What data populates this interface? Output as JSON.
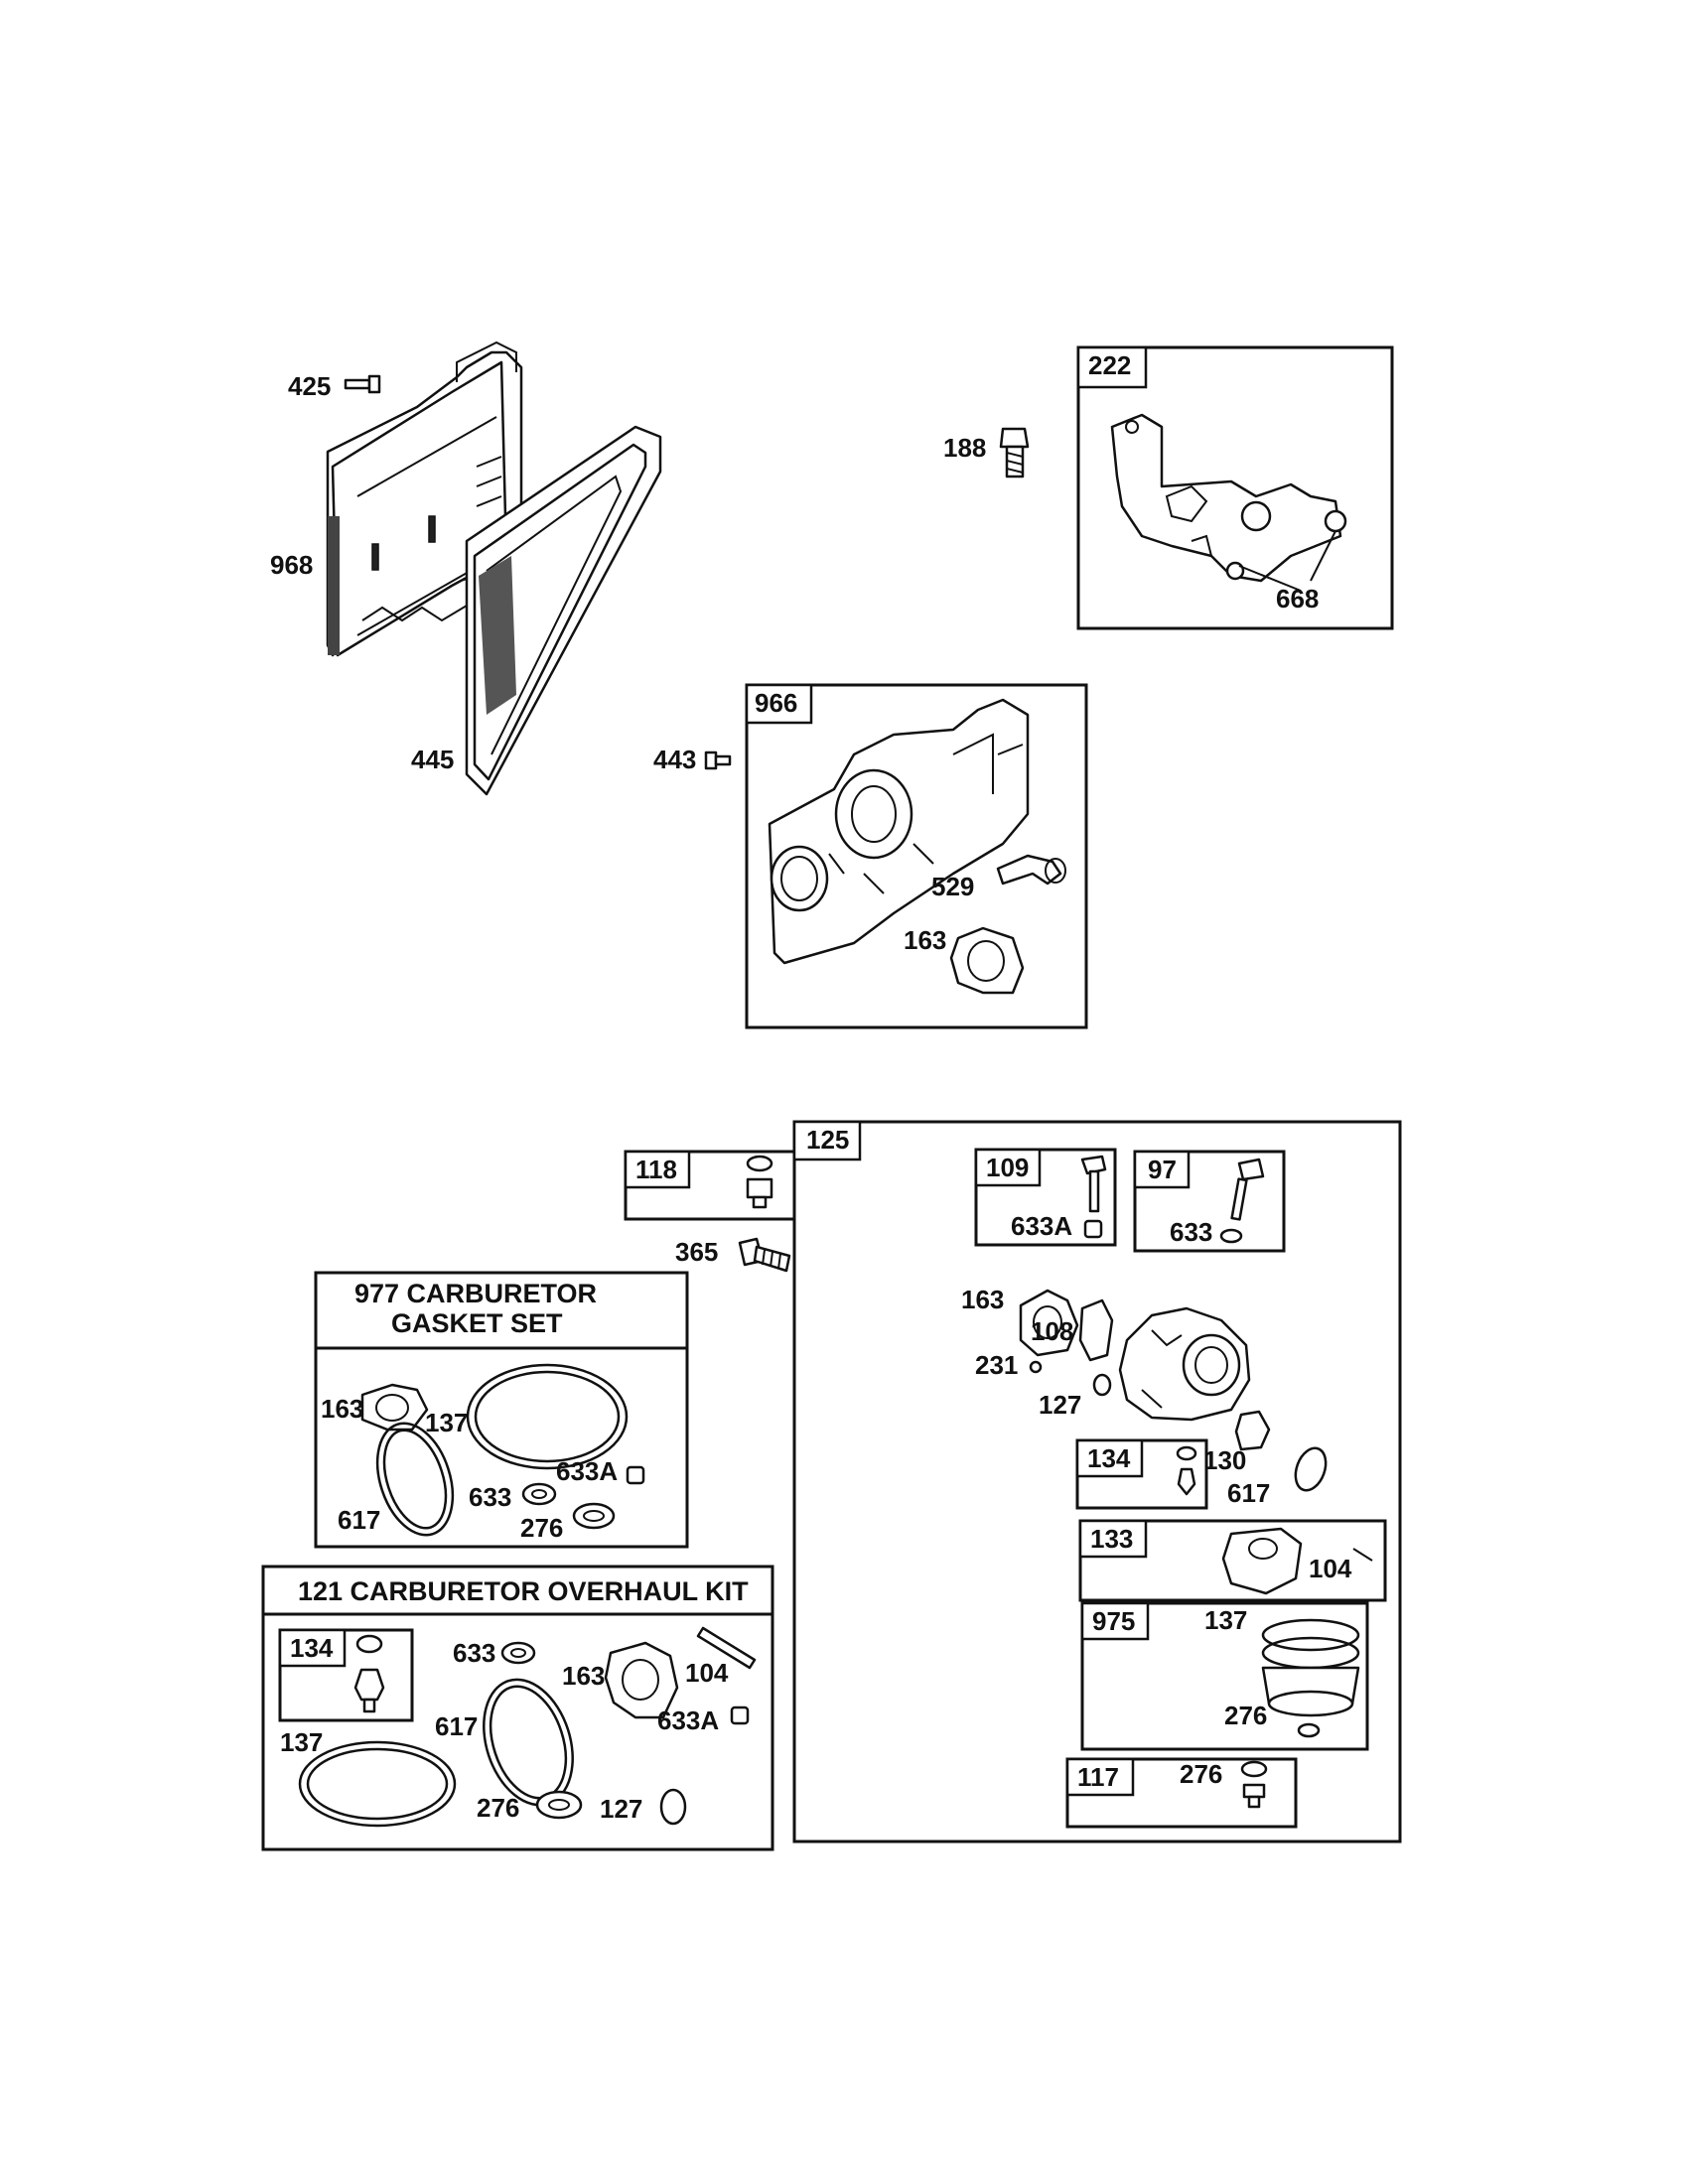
{
  "parts": {
    "p425": "425",
    "p968": "968",
    "p445": "445",
    "p188": "188",
    "p222": "222",
    "p668": "668",
    "p966": "966",
    "p443": "443",
    "p529": "529",
    "p163a": "163",
    "p118": "118",
    "p365": "365",
    "p125": "125",
    "p109": "109",
    "p633a_top": "633A",
    "p97": "97",
    "p633_top": "633",
    "p163b": "163",
    "p108": "108",
    "p231": "231",
    "p127": "127",
    "p134": "134",
    "p130": "130",
    "p617": "617",
    "p133": "133",
    "p104": "104",
    "p975": "975",
    "p137": "137",
    "p276": "276",
    "p117": "117",
    "p276b": "276"
  },
  "kit977": {
    "title_line1": "977 CARBURETOR",
    "title_line2": "GASKET SET",
    "p163": "163",
    "p137": "137",
    "p617": "617",
    "p633": "633",
    "p633a": "633A",
    "p276": "276"
  },
  "kit121": {
    "title": "121 CARBURETOR OVERHAUL KIT",
    "p134": "134",
    "p633": "633",
    "p163": "163",
    "p104": "104",
    "p137": "137",
    "p617": "617",
    "p633a": "633A",
    "p276": "276",
    "p127": "127"
  }
}
